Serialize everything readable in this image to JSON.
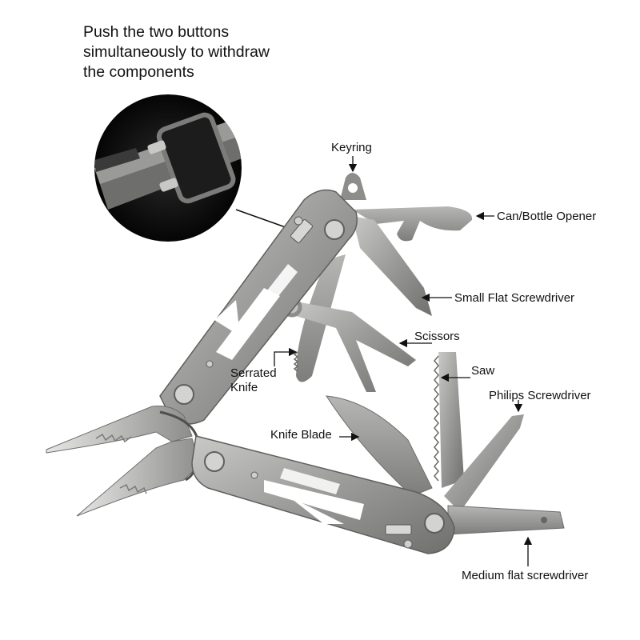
{
  "instruction": {
    "line1": "Push the two buttons",
    "line2": "simultaneously to withdraw",
    "line3": "the components"
  },
  "labels": {
    "keyring": "Keyring",
    "can_bottle_opener": "Can/Bottle Opener",
    "small_flat_screwdriver": "Small Flat Screwdriver",
    "scissors": "Scissors",
    "serrated_knife_line1": "Serrated",
    "serrated_knife_line2": "Knife",
    "saw": "Saw",
    "philips_screwdriver": "Philips Screwdriver",
    "knife_blade": "Knife Blade",
    "medium_flat_screwdriver": "Medium flat screwdriver"
  },
  "colors": {
    "steel_light": "#b9b9b7",
    "steel_mid": "#8e8e8c",
    "steel_dark": "#5f5f5d",
    "inset_background": "#0c0c0c",
    "text": "#111111"
  }
}
